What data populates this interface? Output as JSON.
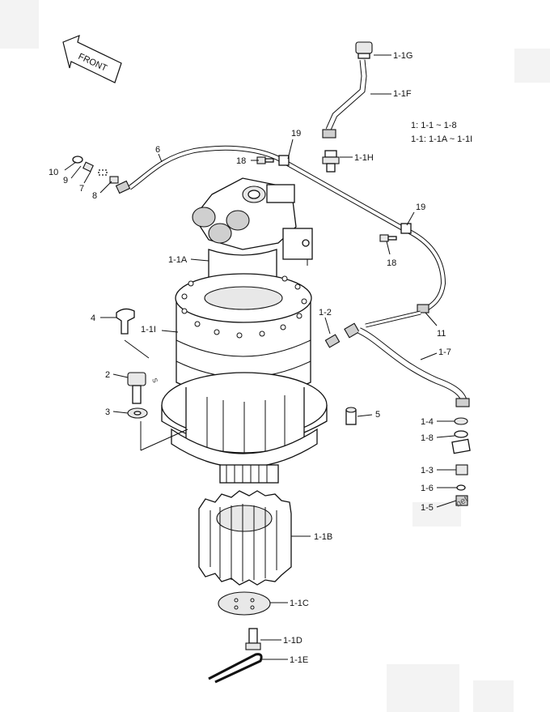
{
  "front_label": "FRONT",
  "legend": [
    "1: 1-1 ~ 1-8",
    "1-1: 1-1A ~ 1-1I"
  ],
  "labels": [
    "1-1G",
    "1-1F",
    "19",
    "6",
    "18",
    "1-1H",
    "10",
    "9",
    "7",
    "8",
    "19",
    "18",
    "1-1A",
    "4",
    "1-1I",
    "1-2",
    "11",
    "1-7",
    "2",
    "3",
    "5",
    "1-4",
    "1-8",
    "1-3",
    "1-6",
    "1-5",
    "1-1B",
    "1-1C",
    "1-1D",
    "1-1E"
  ],
  "watermark_fragments": [
    "s",
    "net"
  ]
}
